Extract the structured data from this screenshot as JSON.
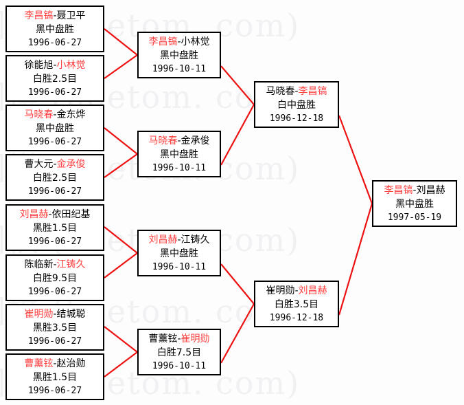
{
  "diagram": {
    "type": "single-elimination-bracket",
    "watermark_text": "围棋 (hoetom. com)",
    "line_color": "#ee1111",
    "winner_color": "#ff4040",
    "box_border_color": "#000000"
  },
  "rounds": [
    {
      "name": "round-1",
      "matches": [
        {
          "winner": "李昌镐",
          "dash": "-",
          "loser": "聂卫平",
          "result": "黑中盘胜",
          "date": "1996-06-27",
          "winner_side": "left"
        },
        {
          "winner": "小林觉",
          "dash": "-",
          "loser": "徐能旭",
          "result": "白胜2.5目",
          "date": "1996-06-27",
          "winner_side": "right"
        },
        {
          "winner": "马晓春",
          "dash": "-",
          "loser": "金东烨",
          "result": "黑中盘胜",
          "date": "1996-06-27",
          "winner_side": "left"
        },
        {
          "winner": "金承俊",
          "dash": "-",
          "loser": "曹大元",
          "result": "白胜2.5目",
          "date": "1996-06-27",
          "winner_side": "right"
        },
        {
          "winner": "刘昌赫",
          "dash": "-",
          "loser": "依田纪基",
          "result": "黑胜1.5目",
          "date": "1996-06-27",
          "winner_side": "left"
        },
        {
          "winner": "江铸久",
          "dash": "-",
          "loser": "陈临新",
          "result": "白胜9.5目",
          "date": "1996-06-27",
          "winner_side": "right"
        },
        {
          "winner": "崔明勋",
          "dash": "-",
          "loser": "结城聪",
          "result": "黑胜3.5目",
          "date": "1996-06-27",
          "winner_side": "left"
        },
        {
          "winner": "曹薰铉",
          "dash": "-",
          "loser": "赵治勋",
          "result": "黑胜1.5目",
          "date": "1996-06-27",
          "winner_side": "left"
        }
      ]
    },
    {
      "name": "round-2",
      "matches": [
        {
          "winner": "李昌镐",
          "dash": "-",
          "loser": "小林觉",
          "result": "黑中盘胜",
          "date": "1996-10-11",
          "winner_side": "left"
        },
        {
          "winner": "马晓春",
          "dash": "-",
          "loser": "金承俊",
          "result": "黑中盘胜",
          "date": "1996-10-11",
          "winner_side": "left"
        },
        {
          "winner": "刘昌赫",
          "dash": "-",
          "loser": "江铸久",
          "result": "黑中盘胜",
          "date": "1996-10-11",
          "winner_side": "left"
        },
        {
          "winner": "崔明勋",
          "dash": "-",
          "loser": "曹薰铉",
          "result": "白胜7.5目",
          "date": "1996-10-11",
          "winner_side": "right"
        }
      ]
    },
    {
      "name": "semifinal",
      "matches": [
        {
          "winner": "李昌镐",
          "dash": "-",
          "loser": "马晓春",
          "result": "白中盘胜",
          "date": "1996-12-18",
          "winner_side": "right"
        },
        {
          "winner": "刘昌赫",
          "dash": "-",
          "loser": "崔明勋",
          "result": "白胜3.5目",
          "date": "1996-12-18",
          "winner_side": "right"
        }
      ]
    },
    {
      "name": "final",
      "matches": [
        {
          "winner": "李昌镐",
          "dash": "-",
          "loser": "刘昌赫",
          "result": "黑中盘胜",
          "date": "1997-05-19",
          "winner_side": "left"
        }
      ]
    }
  ]
}
